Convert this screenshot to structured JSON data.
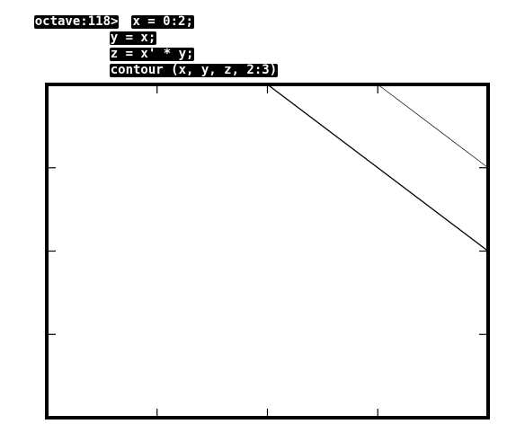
{
  "console": {
    "prompt": "octave:118>",
    "lines": [
      "x = 0:2;",
      "y = x;",
      "z = x' * y;",
      "contour (x, y, z, 2:3)"
    ]
  },
  "chart_data": {
    "type": "line",
    "title": "",
    "xlabel": "",
    "ylabel": "",
    "xlim": [
      0,
      2
    ],
    "ylim": [
      0,
      2
    ],
    "grid": false,
    "levels": [
      2,
      3
    ],
    "series": [
      {
        "x": [
          1,
          2
        ],
        "y": [
          2,
          1
        ]
      },
      {
        "x": [
          1.5,
          2
        ],
        "y": [
          2,
          1.5
        ]
      }
    ]
  }
}
